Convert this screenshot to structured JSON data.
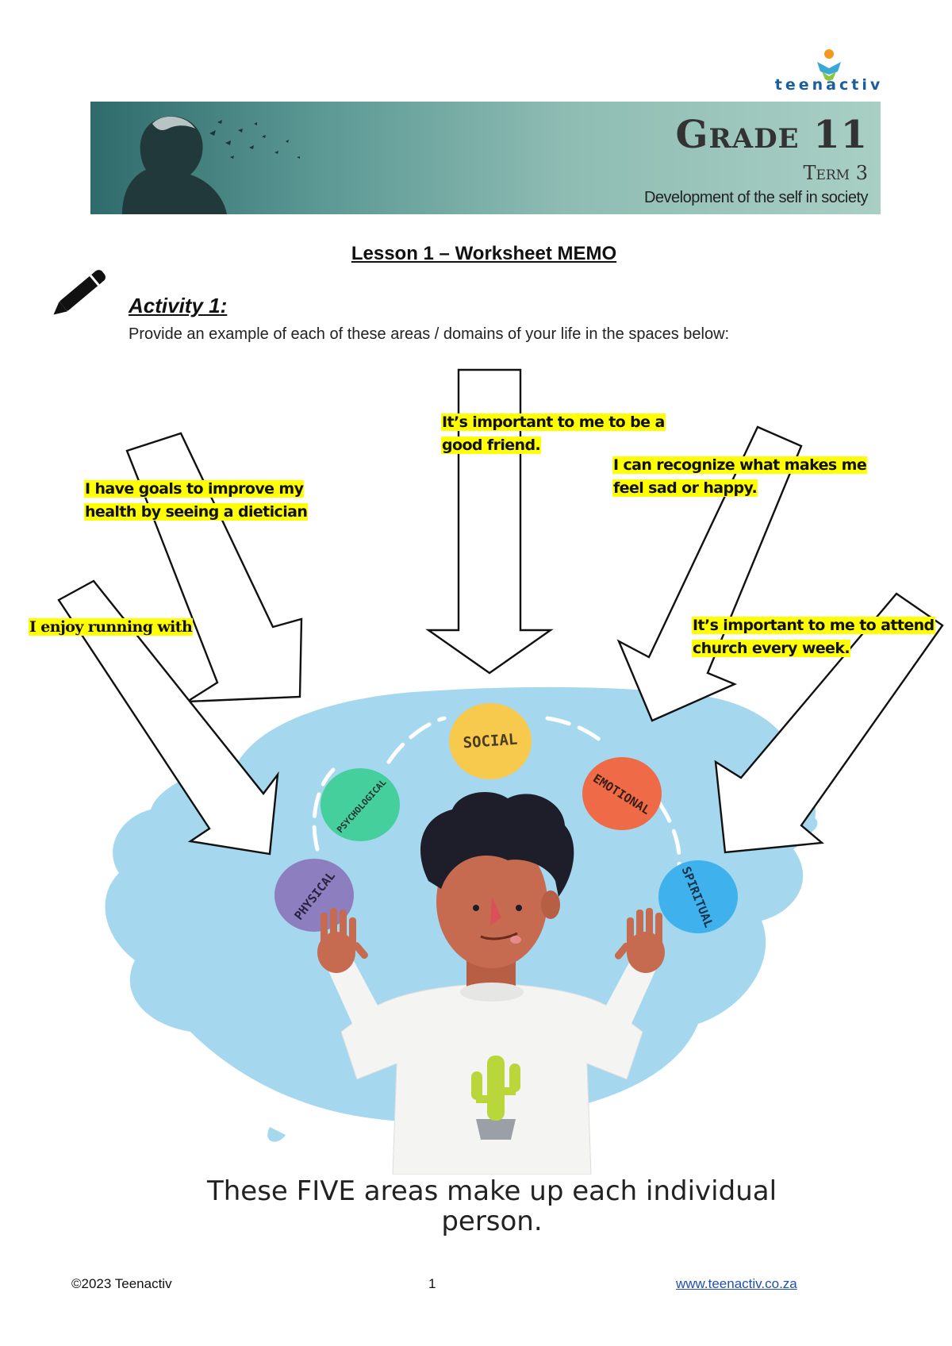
{
  "logo": {
    "text": "teenactiv"
  },
  "banner": {
    "grade": "Grade 11",
    "term": "Term 3",
    "subtitle": "Development of the self in society"
  },
  "lesson_title": "Lesson 1 – Worksheet MEMO",
  "activity": {
    "title": "Activity 1:",
    "instruction": "Provide an example of each of these areas / domains of your life in the spaces below:"
  },
  "answers": {
    "social": [
      "It’s important to me to be a",
      "good friend."
    ],
    "physical": [
      "I have goals to improve my",
      "health by seeing a dietician"
    ],
    "emotional": [
      "I can recognize what makes me",
      "feel sad or happy."
    ],
    "psychological": [
      "I enjoy running with"
    ],
    "spiritual": [
      "It’s important to me to attend",
      "church every week."
    ]
  },
  "domains": {
    "social": "SOCIAL",
    "psychological": "PSYCHOLOGICAL",
    "emotional": "EMOTIONAL",
    "physical": "PHYSICAL",
    "spiritual": "SPIRITUAL"
  },
  "domain_colors": {
    "social": "#f7c94c",
    "psychological": "#44cf9c",
    "emotional": "#ef6a47",
    "physical": "#8d7fbf",
    "spiritual": "#3fb1ec",
    "splash": "#a5d8ee"
  },
  "caption": "These FIVE areas make up each individual person.",
  "footer": {
    "copyright": "©2023 Teenactiv",
    "page": "1",
    "url": "www.teenactiv.co.za"
  }
}
